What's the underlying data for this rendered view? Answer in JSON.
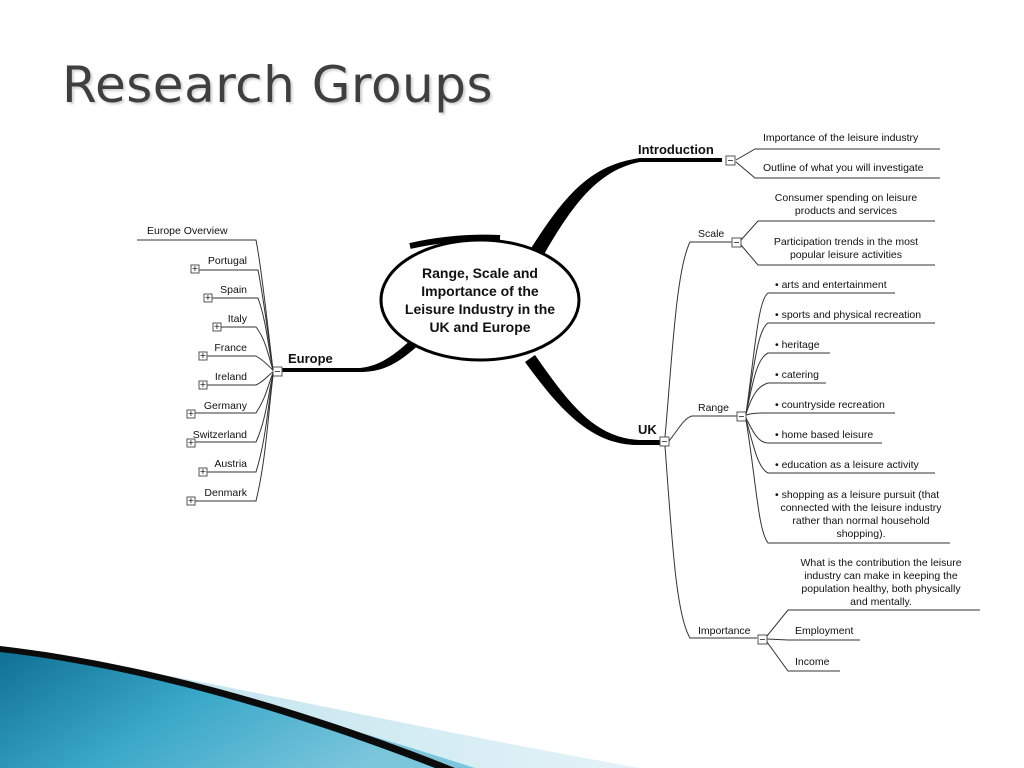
{
  "slide": {
    "title": "Research Groups"
  },
  "center": {
    "lines": [
      "Range, Scale and",
      "Importance of the",
      "Leisure Industry in the",
      "UK and Europe"
    ]
  },
  "europe": {
    "label": "Europe",
    "overview": "Europe Overview",
    "countries": [
      "Portugal",
      "Spain",
      "Italy",
      "France",
      "Ireland",
      "Germany",
      "Switzerland",
      "Austria",
      "Denmark"
    ]
  },
  "introduction": {
    "label": "Introduction",
    "items": [
      "Importance of the leisure industry",
      "Outline of what you will investigate"
    ]
  },
  "uk": {
    "label": "UK",
    "scale": {
      "label": "Scale",
      "items": [
        [
          "Consumer spending on leisure",
          "products and services"
        ],
        [
          "Participation trends in the most",
          "popular leisure activities"
        ]
      ]
    },
    "range": {
      "label": "Range",
      "items": [
        [
          "• arts and entertainment"
        ],
        [
          "• sports and physical recreation"
        ],
        [
          "• heritage"
        ],
        [
          "• catering"
        ],
        [
          "• countryside recreation"
        ],
        [
          "• home based leisure"
        ],
        [
          "• education as a leisure activity"
        ],
        [
          "• shopping as a leisure pursuit (that",
          "connected with the leisure industry",
          "rather than normal household",
          "shopping)."
        ]
      ]
    },
    "importance": {
      "label": "Importance",
      "items": [
        [
          "What is the contribution the leisure",
          "industry can make in keeping the",
          "population healthy, both physically",
          "and mentally."
        ],
        [
          "Employment"
        ],
        [
          "Income"
        ]
      ]
    }
  },
  "toggles": {
    "expand": "+",
    "collapse": "−"
  },
  "colors": {
    "teal": "#1f8fb0",
    "dark": "#000000",
    "line": "#333333"
  }
}
